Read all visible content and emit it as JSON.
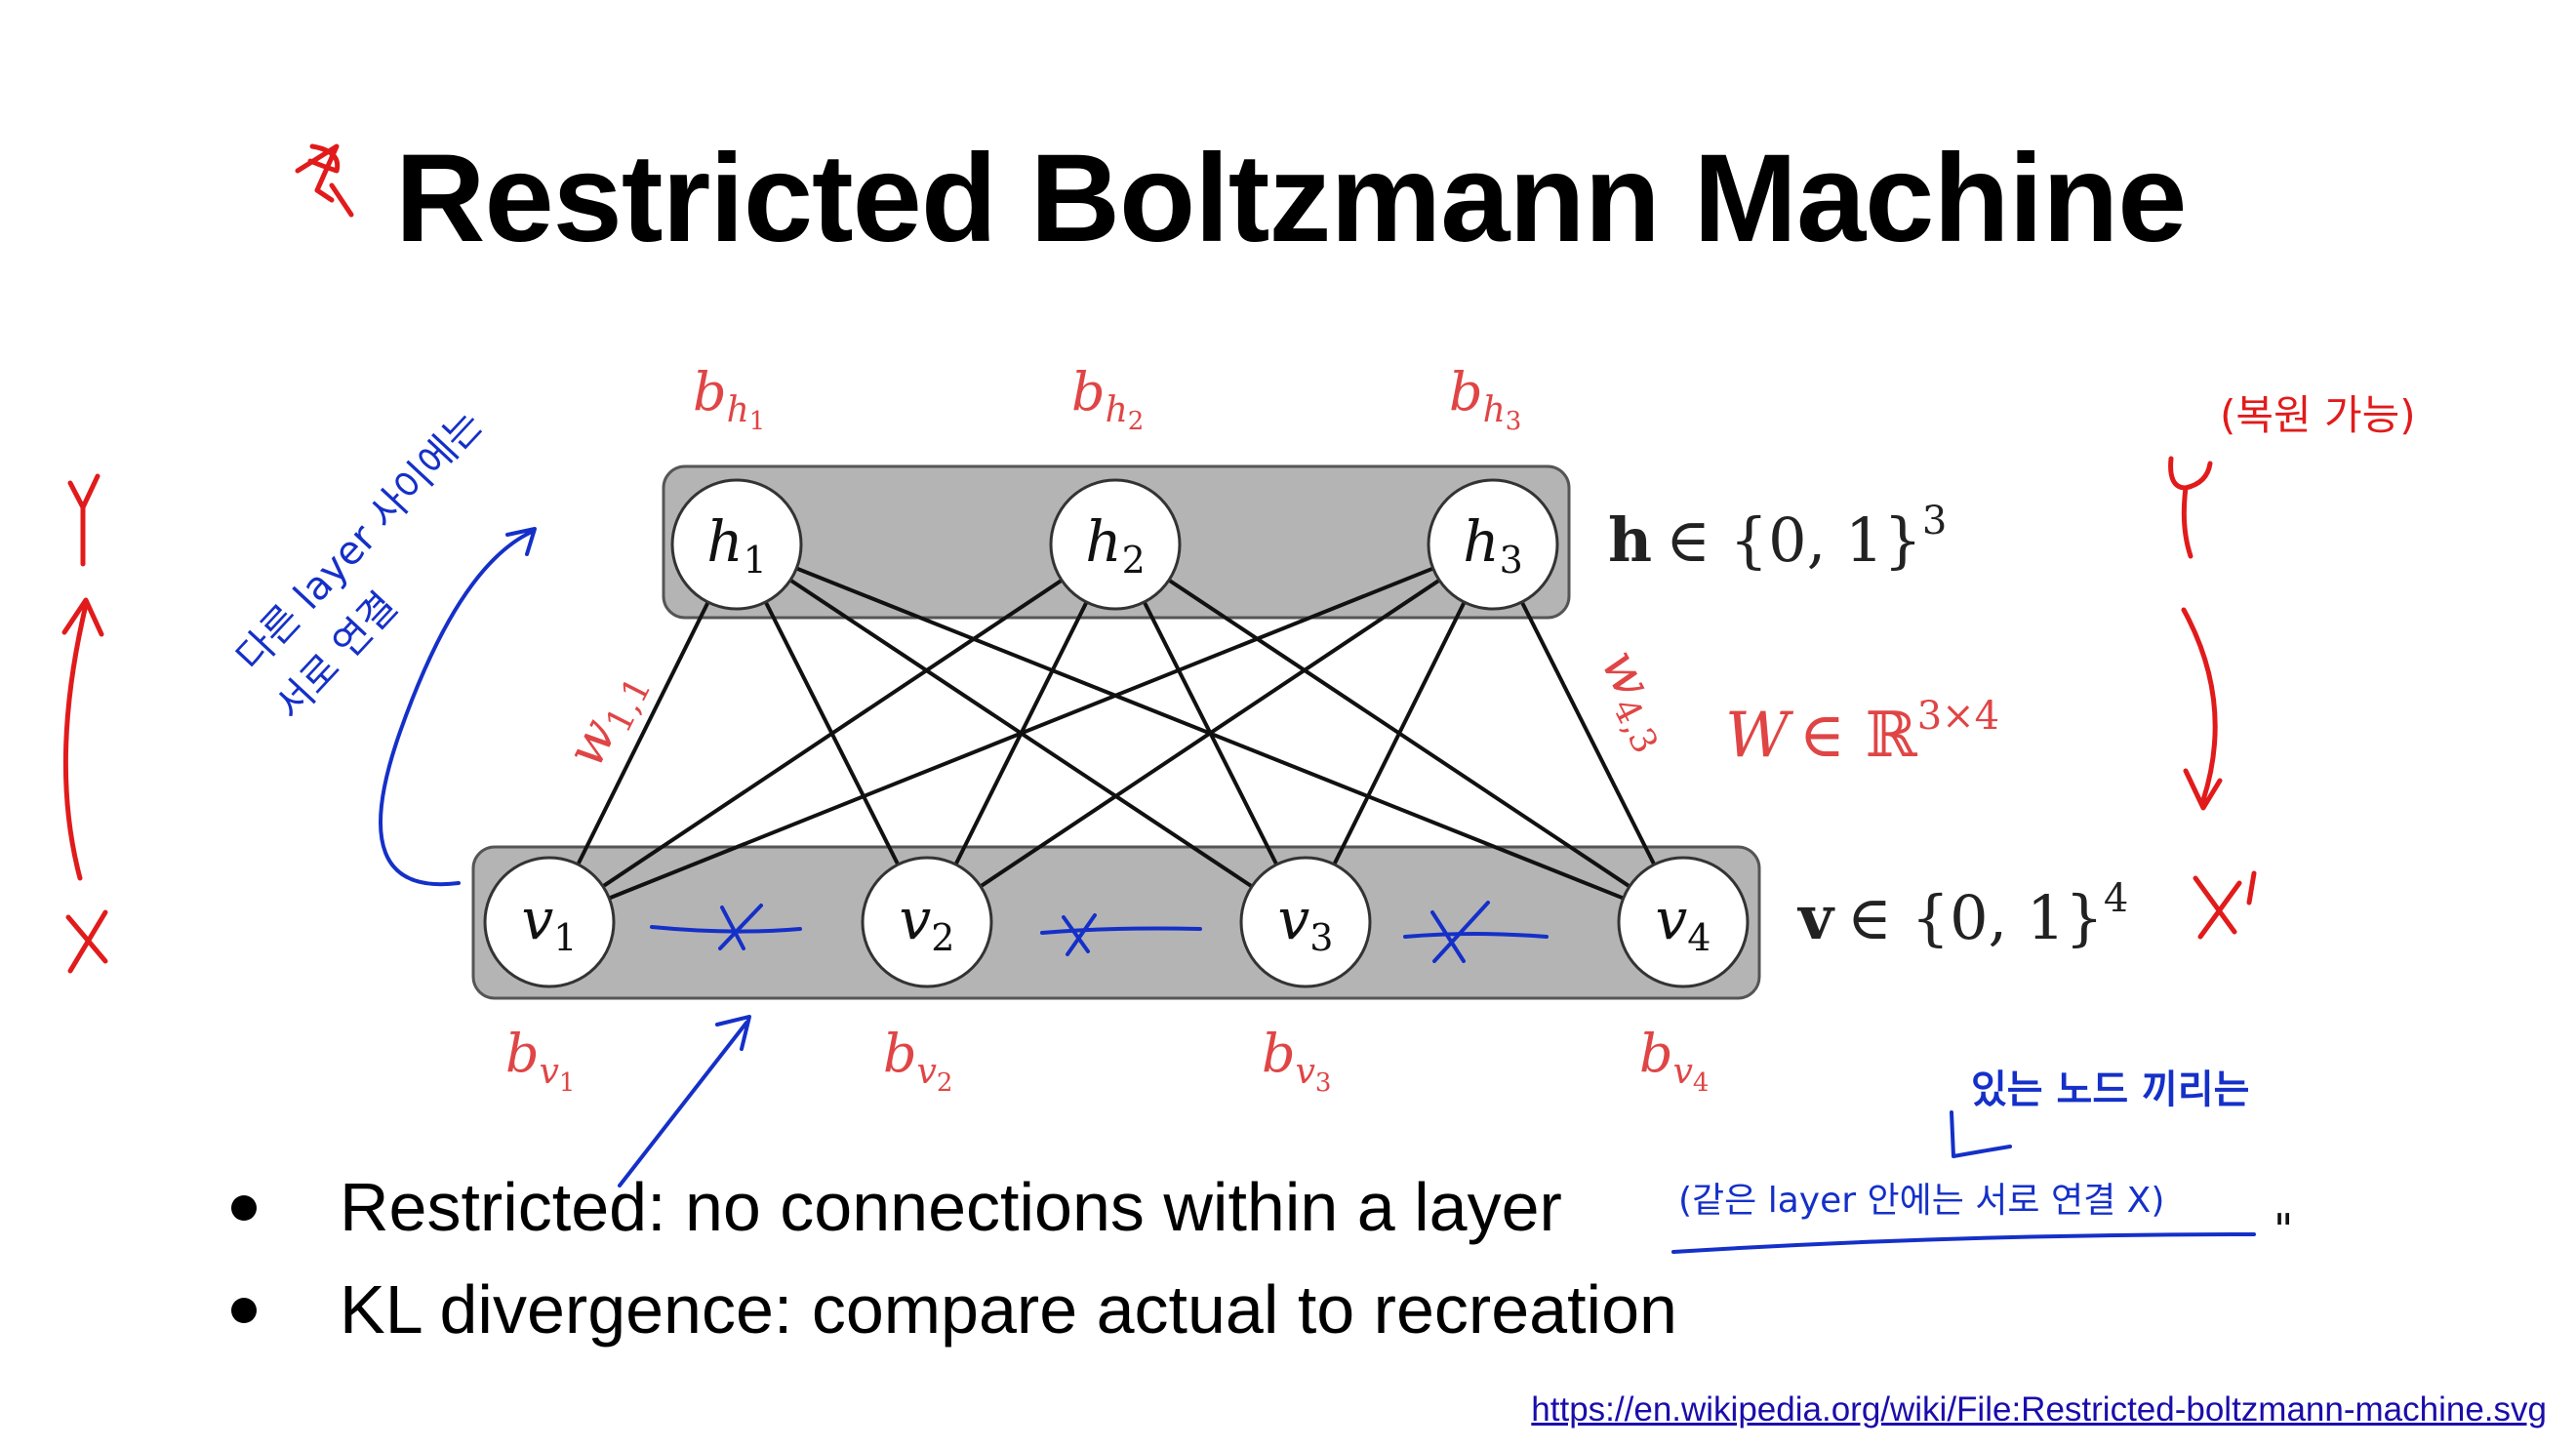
{
  "slide": {
    "title": "Restricted Boltzmann Machine",
    "bullets": [
      "Restricted: no connections within a layer",
      "KL divergence: compare actual to recreation"
    ],
    "source_link": "https://en.wikipedia.org/wiki/File:Restricted-boltzmann-machine.svg"
  },
  "diagram": {
    "hidden_nodes": [
      {
        "name": "h",
        "sub": "1"
      },
      {
        "name": "h",
        "sub": "2"
      },
      {
        "name": "h",
        "sub": "3"
      }
    ],
    "visible_nodes": [
      {
        "name": "v",
        "sub": "1"
      },
      {
        "name": "v",
        "sub": "2"
      },
      {
        "name": "v",
        "sub": "3"
      },
      {
        "name": "v",
        "sub": "4"
      }
    ],
    "hidden_biases": [
      {
        "b": "b",
        "sub": "h",
        "subsub": "1"
      },
      {
        "b": "b",
        "sub": "h",
        "subsub": "2"
      },
      {
        "b": "b",
        "sub": "h",
        "subsub": "3"
      }
    ],
    "visible_biases": [
      {
        "b": "b",
        "sub": "v",
        "subsub": "1"
      },
      {
        "b": "b",
        "sub": "v",
        "subsub": "2"
      },
      {
        "b": "b",
        "sub": "v",
        "subsub": "3"
      },
      {
        "b": "b",
        "sub": "v",
        "subsub": "4"
      }
    ],
    "weight_label_left": {
      "w": "w",
      "sub": "1,1"
    },
    "weight_label_right": {
      "w": "w",
      "sub": "4,3"
    },
    "hidden_set": {
      "bold": "h",
      "rest": "∈ {0, 1}",
      "sup": "3"
    },
    "visible_set": {
      "bold": "v",
      "rest": "∈ {0, 1}",
      "sup": "4"
    },
    "weight_matrix": {
      "w": "W",
      "rest": "∈ ℝ",
      "sup": "3×4"
    }
  },
  "annotations": {
    "left_top": "Y",
    "left_bottom": "X",
    "right_top": "Y",
    "right_bottom": "X'",
    "right_note": "(복원 가능)",
    "blue_note_1": "다른 layer 사이에는",
    "blue_note_2": "서로 연결",
    "blue_note_3": "있는 노드 끼리는",
    "blue_note_4": "(같은 layer 안에는  서로 연결 X)",
    "blue_tick": "\""
  },
  "colors": {
    "bias_red": "#e04545",
    "pen_red": "#e11b1b",
    "pen_blue": "#1530c8",
    "layer_gray": "#b4b4b4",
    "link_blue": "#1a0dab"
  }
}
